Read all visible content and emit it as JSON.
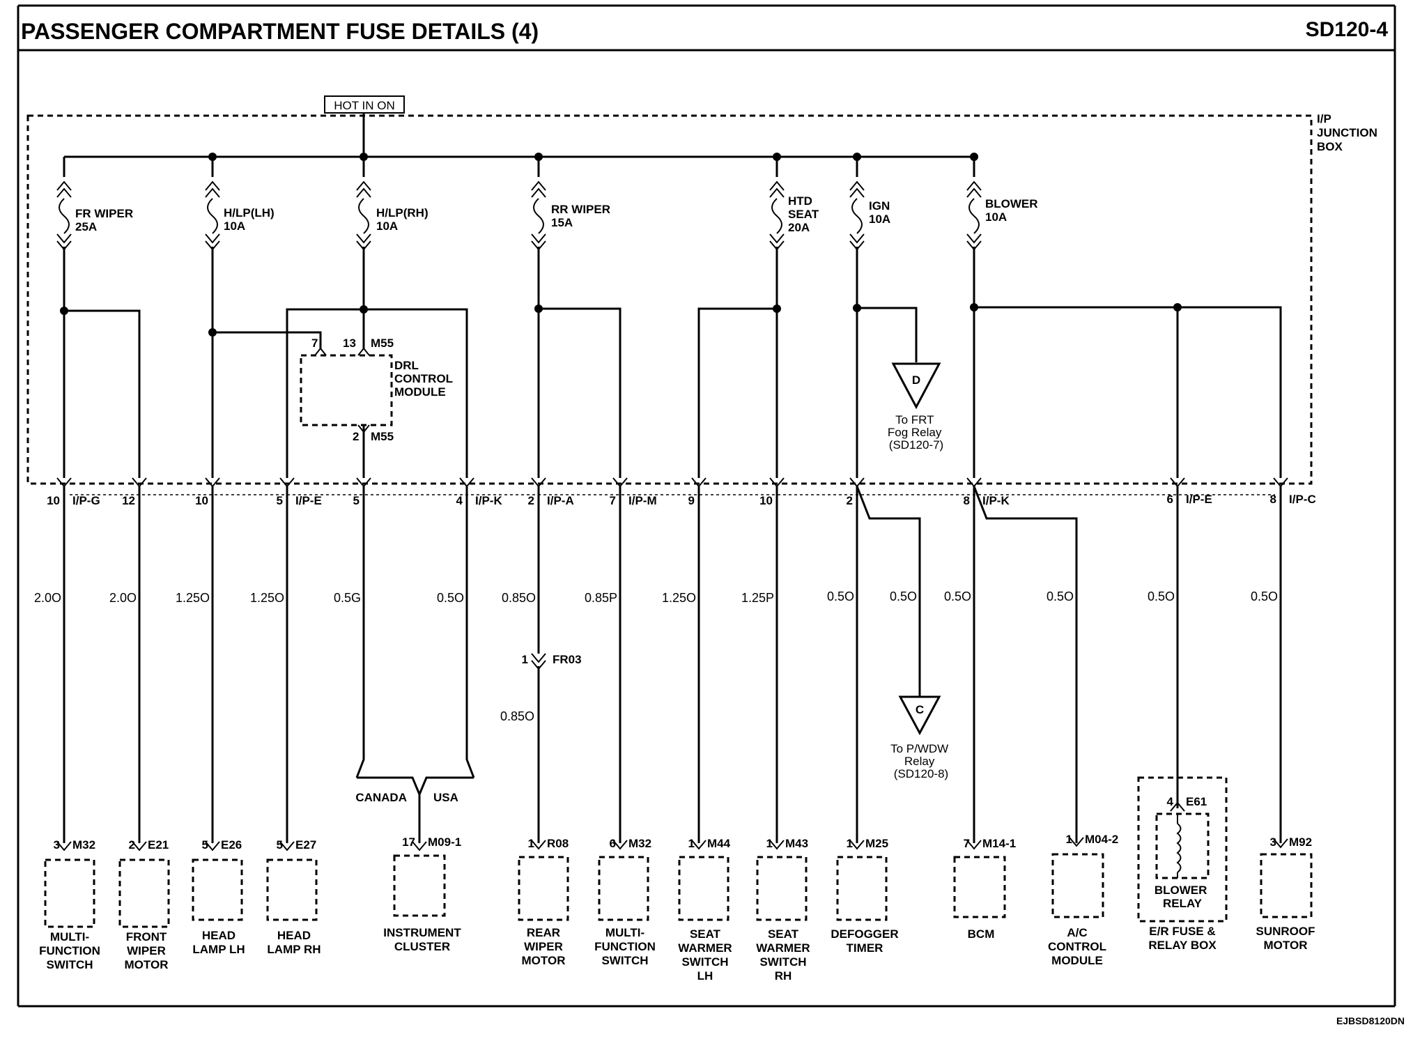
{
  "header": {
    "title": "PASSENGER COMPARTMENT FUSE DETAILS (4)",
    "page_code": "SD120-4"
  },
  "footer": {
    "ref": "EJBSD8120DN"
  },
  "power_source": "HOT IN ON",
  "junction_box": [
    "I/P",
    "JUNCTION",
    "BOX"
  ],
  "fuses": [
    {
      "lines": [
        "FR WIPER",
        "25A"
      ]
    },
    {
      "lines": [
        "H/LP(LH)",
        "10A"
      ]
    },
    {
      "lines": [
        "H/LP(RH)",
        "10A"
      ]
    },
    {
      "lines": [
        "RR WIPER",
        "15A"
      ]
    },
    {
      "lines": [
        "HTD",
        "SEAT",
        "20A"
      ]
    },
    {
      "lines": [
        "IGN",
        "10A"
      ]
    },
    {
      "lines": [
        "BLOWER",
        "10A"
      ]
    }
  ],
  "drl_module": {
    "name_lines": [
      "DRL",
      "CONTROL",
      "MODULE"
    ],
    "pin7": "7",
    "pin13": "13",
    "conn_top": "M55",
    "pin2": "2",
    "conn_bottom": "M55"
  },
  "offpage": [
    {
      "letter": "D",
      "lines": [
        "To FRT",
        "Fog Relay",
        "(SD120-7)"
      ]
    },
    {
      "letter": "C",
      "lines": [
        "To P/WDW",
        "Relay",
        "(SD120-8)"
      ]
    }
  ],
  "jb_pins": [
    {
      "pin": "10",
      "conn": "I/P-G"
    },
    {
      "pin": "12",
      "conn": ""
    },
    {
      "pin": "10",
      "conn": ""
    },
    {
      "pin": "5",
      "conn": "I/P-E"
    },
    {
      "pin": "5",
      "conn": ""
    },
    {
      "pin": "4",
      "conn": "I/P-K"
    },
    {
      "pin": "2",
      "conn": "I/P-A"
    },
    {
      "pin": "7",
      "conn": "I/P-M"
    },
    {
      "pin": "9",
      "conn": ""
    },
    {
      "pin": "10",
      "conn": ""
    },
    {
      "pin": "2",
      "conn": ""
    },
    {
      "pin": "8",
      "conn": "I/P-K"
    },
    {
      "pin": "6",
      "conn": "I/P-E"
    },
    {
      "pin": "8",
      "conn": "I/P-C"
    }
  ],
  "wires": [
    "2.0O",
    "2.0O",
    "1.25O",
    "1.25O",
    "0.5G",
    "0.5O",
    "0.85O",
    "0.85P",
    "1.25O",
    "1.25P",
    "0.5O",
    "0.5O",
    "0.5O",
    "0.5O",
    "0.5O",
    "0.5O"
  ],
  "fr03": {
    "pin": "1",
    "conn": "FR03",
    "wire_below": "0.85O"
  },
  "cluster_split": {
    "left": "CANADA",
    "right": "USA"
  },
  "components": [
    {
      "pin": "3",
      "conn": "M32",
      "name": [
        "MULTI-",
        "FUNCTION",
        "SWITCH"
      ]
    },
    {
      "pin": "2",
      "conn": "E21",
      "name": [
        "FRONT",
        "WIPER",
        "MOTOR"
      ]
    },
    {
      "pin": "5",
      "conn": "E26",
      "name": [
        "HEAD",
        "LAMP LH"
      ]
    },
    {
      "pin": "5",
      "conn": "E27",
      "name": [
        "HEAD",
        "LAMP RH"
      ]
    },
    {
      "pin": "17",
      "conn": "M09-1",
      "name": [
        "INSTRUMENT",
        "CLUSTER"
      ]
    },
    {
      "pin": "1",
      "conn": "R08",
      "name": [
        "REAR",
        "WIPER",
        "MOTOR"
      ]
    },
    {
      "pin": "6",
      "conn": "M32",
      "name": [
        "MULTI-",
        "FUNCTION",
        "SWITCH"
      ]
    },
    {
      "pin": "1",
      "conn": "M44",
      "name": [
        "SEAT",
        "WARMER",
        "SWITCH",
        "LH"
      ]
    },
    {
      "pin": "1",
      "conn": "M43",
      "name": [
        "SEAT",
        "WARMER",
        "SWITCH",
        "RH"
      ]
    },
    {
      "pin": "1",
      "conn": "M25",
      "name": [
        "DEFOGGER",
        "TIMER"
      ]
    },
    {
      "pin": "7",
      "conn": "M14-1",
      "name": [
        "BCM"
      ]
    },
    {
      "pin": "1",
      "conn": "M04-2",
      "name": [
        "A/C",
        "CONTROL",
        "MODULE"
      ]
    },
    {
      "pin": "4",
      "conn": "E61",
      "name": [
        "E/R FUSE &",
        "RELAY BOX"
      ],
      "inner": [
        "BLOWER",
        "RELAY"
      ]
    },
    {
      "pin": "3",
      "conn": "M92",
      "name": [
        "SUNROOF",
        "MOTOR"
      ]
    }
  ]
}
